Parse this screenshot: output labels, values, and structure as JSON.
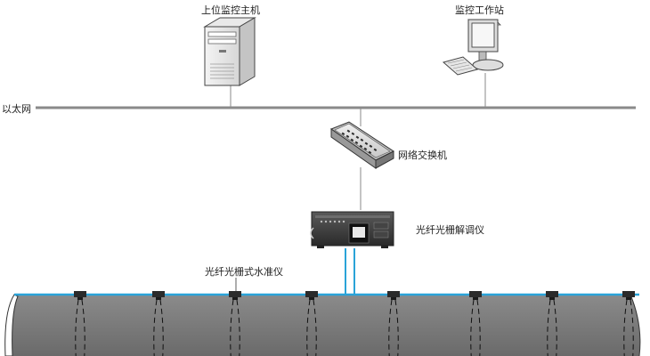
{
  "labels": {
    "host": "上位监控主机",
    "workstation": "监控工作站",
    "ethernet": "以太网",
    "switch": "网络交换机",
    "demodulator": "光纤光栅解调仪",
    "leveler": "光纤光栅式水准仪"
  },
  "sensor_count": 8,
  "colors": {
    "fiber": "#2aa3d8",
    "tunnel": "#7d7d7d",
    "line": "#8a8a8a",
    "device_dark": "#2b2b2b"
  },
  "icons": [
    "server-tower-icon",
    "workstation-monitor-icon",
    "network-switch-icon",
    "rack-demodulator-icon",
    "sensor-icon"
  ]
}
